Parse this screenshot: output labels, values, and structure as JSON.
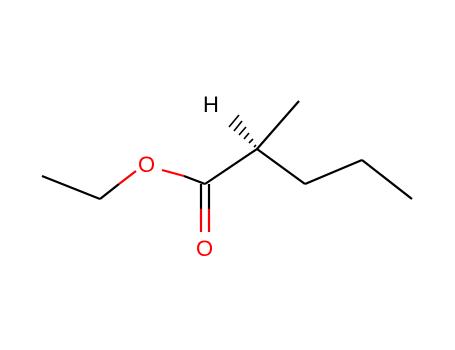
{
  "molecule": {
    "atoms": [
      {
        "id": "o_ether",
        "label": "O",
        "color": "#ff0000"
      },
      {
        "id": "o_carbonyl",
        "label": "O",
        "color": "#ff0000"
      },
      {
        "id": "h_stereo",
        "label": "H",
        "color": "#000000"
      }
    ],
    "colors": {
      "carbon_bond": "#000000",
      "oxygen": "#ff0000",
      "background": "#ffffff"
    }
  }
}
